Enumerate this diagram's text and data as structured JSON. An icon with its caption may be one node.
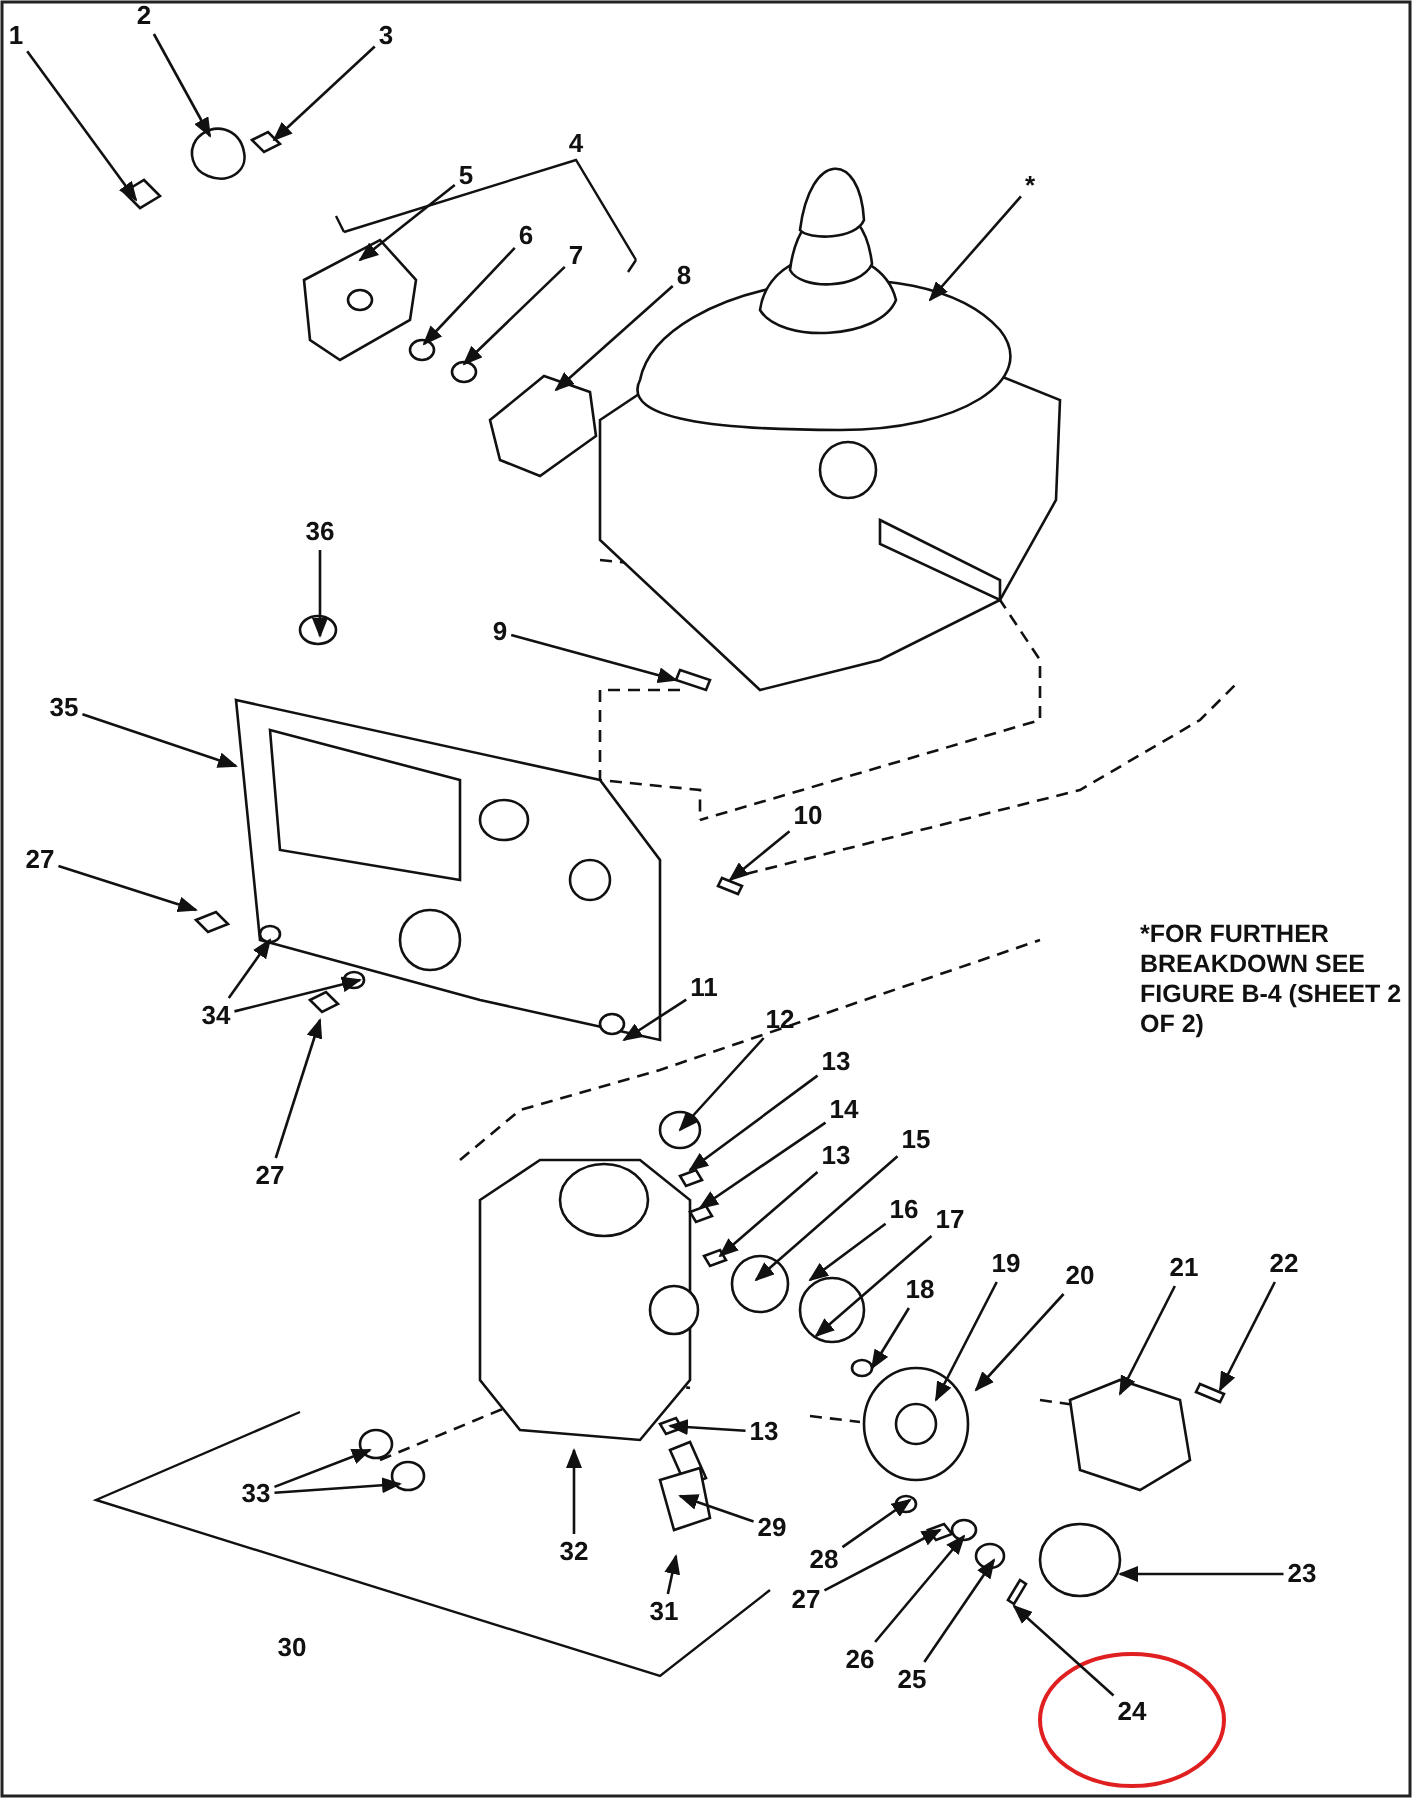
{
  "diagram": {
    "nodes": [
      {
        "text": [
          "1"
        ]
      },
      {
        "text": [
          "2"
        ]
      },
      {
        "text": [
          "3"
        ]
      },
      {
        "text": [
          "4"
        ]
      },
      {
        "text": [
          "5"
        ]
      },
      {
        "text": [
          "6"
        ]
      },
      {
        "text": [
          "7"
        ]
      },
      {
        "text": [
          "8"
        ]
      },
      {
        "text": [
          "*"
        ]
      },
      {
        "text": [
          "36"
        ]
      },
      {
        "text": [
          "35"
        ]
      },
      {
        "text": [
          "9"
        ]
      },
      {
        "text": [
          "10"
        ]
      },
      {
        "text": [
          "27"
        ]
      },
      {
        "text": [
          "34"
        ]
      },
      {
        "text": [
          "11"
        ]
      },
      {
        "text": [
          "27"
        ]
      },
      {
        "text": [
          "12"
        ]
      },
      {
        "text": [
          "13"
        ]
      },
      {
        "text": [
          "14"
        ]
      },
      {
        "text": [
          "13"
        ]
      },
      {
        "text": [
          "15"
        ]
      },
      {
        "text": [
          "16"
        ]
      },
      {
        "text": [
          "17"
        ]
      },
      {
        "text": [
          "18"
        ]
      },
      {
        "text": [
          "19"
        ]
      },
      {
        "text": [
          "20"
        ]
      },
      {
        "text": [
          "21"
        ]
      },
      {
        "text": [
          "22"
        ]
      },
      {
        "text": [
          "13"
        ]
      },
      {
        "text": [
          "29"
        ]
      },
      {
        "text": [
          "33"
        ]
      },
      {
        "text": [
          "28"
        ]
      },
      {
        "text": [
          "27"
        ]
      },
      {
        "text": [
          "32"
        ]
      },
      {
        "text": [
          "31"
        ]
      },
      {
        "text": [
          "26"
        ]
      },
      {
        "text": [
          "23"
        ]
      },
      {
        "text": [
          "25"
        ]
      },
      {
        "text": [
          "30"
        ]
      },
      {
        "text": [
          "24"
        ]
      }
    ],
    "edges": [
      {
        "from": 0,
        "to": null,
        "arrow": "to"
      },
      {
        "from": 1,
        "to": null,
        "arrow": "to"
      },
      {
        "from": 2,
        "to": null,
        "arrow": "to"
      },
      {
        "from": 4,
        "to": null,
        "arrow": "to"
      },
      {
        "from": 5,
        "to": null,
        "arrow": "to"
      },
      {
        "from": 6,
        "to": null,
        "arrow": "to"
      },
      {
        "from": 7,
        "to": null,
        "arrow": "to"
      },
      {
        "from": 8,
        "to": null,
        "arrow": "to"
      },
      {
        "from": 9,
        "to": null,
        "arrow": "to"
      },
      {
        "from": 10,
        "to": null,
        "arrow": "to"
      },
      {
        "from": 11,
        "to": null,
        "arrow": "to"
      },
      {
        "from": 12,
        "to": null,
        "arrow": "to"
      },
      {
        "from": 13,
        "to": null,
        "arrow": "to"
      },
      {
        "from": 14,
        "to": null,
        "arrow": "to"
      },
      {
        "from": 14,
        "to": null,
        "arrow": "to"
      },
      {
        "from": 15,
        "to": null,
        "arrow": "to"
      },
      {
        "from": 16,
        "to": null,
        "arrow": "to"
      },
      {
        "from": 17,
        "to": null,
        "arrow": "to"
      },
      {
        "from": 18,
        "to": null,
        "arrow": "to"
      },
      {
        "from": 19,
        "to": null,
        "arrow": "to"
      },
      {
        "from": 20,
        "to": null,
        "arrow": "to"
      },
      {
        "from": 21,
        "to": null,
        "arrow": "to"
      },
      {
        "from": 22,
        "to": null,
        "arrow": "to"
      },
      {
        "from": 23,
        "to": null,
        "arrow": "to"
      },
      {
        "from": 24,
        "to": null,
        "arrow": "to"
      },
      {
        "from": 25,
        "to": null,
        "arrow": "to"
      },
      {
        "from": 26,
        "to": null,
        "arrow": "to"
      },
      {
        "from": 27,
        "to": null,
        "arrow": "to"
      },
      {
        "from": 28,
        "to": null,
        "arrow": "to"
      },
      {
        "from": 29,
        "to": null,
        "arrow": "to"
      },
      {
        "from": 30,
        "to": null,
        "arrow": "to"
      },
      {
        "from": 31,
        "to": null,
        "arrow": "to"
      },
      {
        "from": 31,
        "to": null,
        "arrow": "to"
      },
      {
        "from": 32,
        "to": null,
        "arrow": "to"
      },
      {
        "from": 33,
        "to": null,
        "arrow": "to"
      },
      {
        "from": 34,
        "to": null,
        "arrow": "to"
      },
      {
        "from": 35,
        "to": null,
        "arrow": "to"
      },
      {
        "from": 36,
        "to": null,
        "arrow": "to"
      },
      {
        "from": 37,
        "to": null,
        "arrow": "to"
      },
      {
        "from": 38,
        "to": null,
        "arrow": "to"
      },
      {
        "from": 40,
        "to": null,
        "arrow": "to"
      }
    ],
    "labels": [
      "*FOR FURTHER BREAKDOWN SEE FIGURE B-4 (SHEET 2 OF 2)"
    ]
  }
}
